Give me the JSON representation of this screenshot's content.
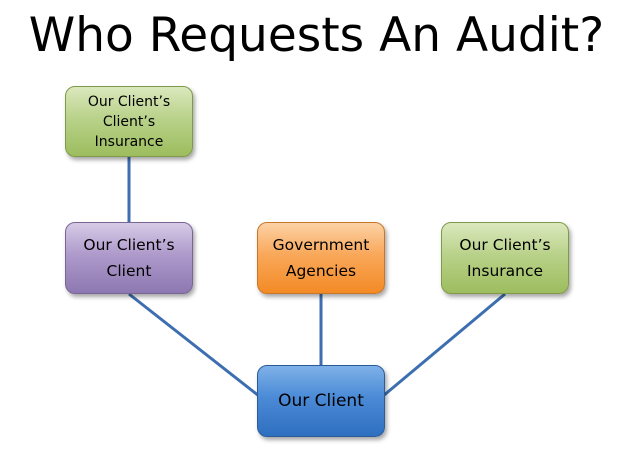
{
  "title": "Who Requests An Audit?",
  "colors": {
    "line": "#3d6fb0",
    "green": "#9dbd5e",
    "purple": "#8e78b1",
    "orange": "#f38a25",
    "blue": "#2f6fc0"
  },
  "nodes": {
    "clients_client_insurance": "Our Client’s\nClient’s\nInsurance",
    "clients_client": "Our Client’s\nClient",
    "government_agencies": "Government\nAgencies",
    "clients_insurance": "Our Client’s\nInsurance",
    "our_client": "Our Client"
  },
  "edges": [
    [
      "clients_client_insurance",
      "clients_client"
    ],
    [
      "clients_client",
      "our_client"
    ],
    [
      "government_agencies",
      "our_client"
    ],
    [
      "clients_insurance",
      "our_client"
    ]
  ]
}
